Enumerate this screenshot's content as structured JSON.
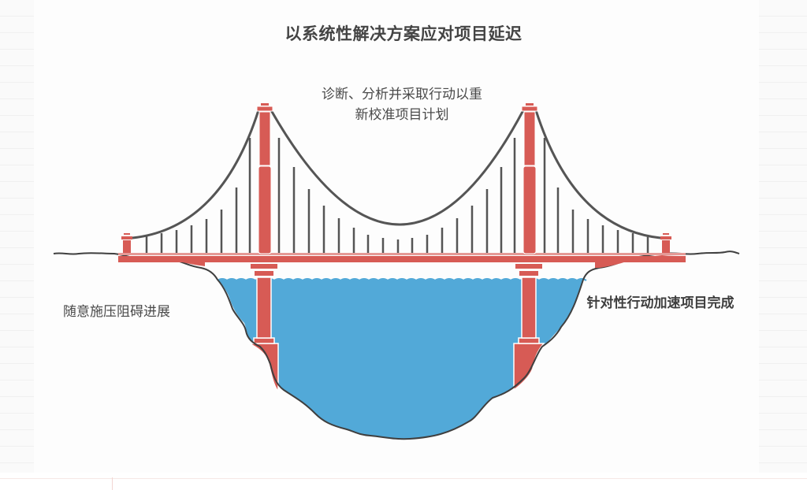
{
  "diagram": {
    "title": "以系统性解决方案应对项目延迟",
    "labels": {
      "bridge_top": "诊断、分析并采取行动以重新校准项目计划",
      "left_bank": "随意施压阻碍进展",
      "right_bank": "针对性行动加速项目完成"
    },
    "metaphor": {
      "left_bank": "problem-state",
      "bridge": "systematic-solution",
      "right_bank": "goal-state"
    },
    "colors": {
      "tower_red": "#d75b55",
      "water_blue": "#52a9d8",
      "cable_gray": "#555555",
      "ground_line": "#3f3f3f",
      "text_dark": "#444444"
    }
  }
}
